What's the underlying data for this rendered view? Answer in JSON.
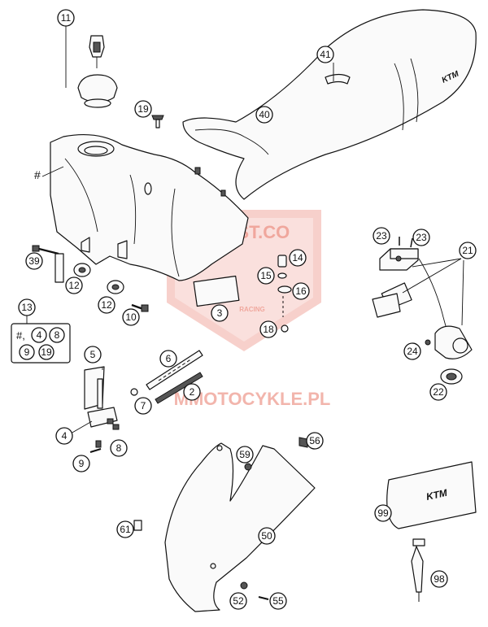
{
  "watermark": {
    "brand": "DUUST.CO",
    "racing": "RACING",
    "site": "MMOTOCYKLE.PL"
  },
  "kit_box": {
    "hash": "#,",
    "items": [
      "4",
      "8",
      "9",
      "19"
    ]
  },
  "hash_label": "#",
  "callouts": [
    "11",
    "19",
    "41",
    "40",
    "39",
    "12",
    "12",
    "13",
    "10",
    "14",
    "15",
    "16",
    "18",
    "3",
    "23",
    "23",
    "21",
    "24",
    "22",
    "5",
    "6",
    "7",
    "2",
    "4",
    "8",
    "9",
    "56",
    "59",
    "99",
    "61",
    "50",
    "52",
    "55",
    "98"
  ],
  "logo_text": "KTM"
}
